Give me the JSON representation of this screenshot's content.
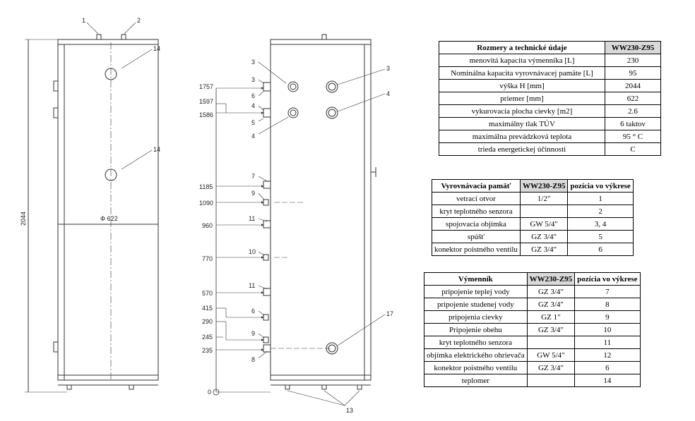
{
  "drawing": {
    "callouts": {
      "c1": "1",
      "c2": "2",
      "c14a": "14",
      "c14b": "14",
      "diameter": "Φ 622",
      "height": "2044",
      "r3a": "3",
      "r3b": "3",
      "r6a": "6",
      "r4a": "4",
      "r5": "5",
      "r4b": "4",
      "r7": "7",
      "r9a": "9",
      "r11a": "11",
      "r10": "10",
      "r11b": "11",
      "r6b": "6",
      "r9b": "9",
      "r8": "8",
      "b3": "3",
      "b4": "4",
      "b17": "17",
      "b13": "13",
      "zero": "0"
    },
    "levels": [
      "1757",
      "1597",
      "1586",
      "1185",
      "1090",
      "960",
      "770",
      "570",
      "415",
      "290",
      "245",
      "235"
    ]
  },
  "main_table": {
    "title": "Rozmery a technické údaje",
    "model": "WW230-Z95",
    "rows": [
      {
        "label": "menovitá kapacita výmenníka [L]",
        "value": "230"
      },
      {
        "label": "Nominálna kapacita vyrovnávacej pamäte [L]",
        "value": "95"
      },
      {
        "label": "výška H [mm]",
        "value": "2044"
      },
      {
        "label": "priemer [mm]",
        "value": "622"
      },
      {
        "label": "vykurovacia plocha cievky [m2]",
        "value": "2.6"
      },
      {
        "label": "maximálny tlak TÚV",
        "value": "6 taktov"
      },
      {
        "label": "maximálna prevádzková teplota",
        "value": "95 ° C"
      },
      {
        "label": "trieda energetickej účinnosti",
        "value": "C"
      }
    ]
  },
  "vyr_table": {
    "title": "Vyrovnávacia pamäť",
    "model": "WW230-Z95",
    "pos_header": "pozícia vo výkrese",
    "rows": [
      {
        "label": "vetrací otvor",
        "value": "1/2\"",
        "pos": "1"
      },
      {
        "label": "kryt teplotného senzora",
        "value": "",
        "pos": "2"
      },
      {
        "label": "spojovacia objímka",
        "value": "GW 5/4\"",
        "pos": "3, 4"
      },
      {
        "label": "spúšť",
        "value": "GZ 3/4\"",
        "pos": "5"
      },
      {
        "label": "konektor poistného ventilu",
        "value": "GZ 3/4\"",
        "pos": "6"
      }
    ]
  },
  "vym_table": {
    "title": "Výmenník",
    "model": "WW230-Z95",
    "pos_header": "pozícia vo výkrese",
    "rows": [
      {
        "label": "pripojenie teplej vody",
        "value": "GZ 3/4\"",
        "pos": "7"
      },
      {
        "label": "pripojenie studenej vody",
        "value": "GZ 3/4\"",
        "pos": "8"
      },
      {
        "label": "pripojenia cievky",
        "value": "GZ 1\"",
        "pos": "9"
      },
      {
        "label": "Pripojenie obehu",
        "value": "GZ 3/4\"",
        "pos": "10"
      },
      {
        "label": "kryt teplotného senzora",
        "value": "",
        "pos": "11"
      },
      {
        "label": "objímka elektrického ohrievača",
        "value": "GW 5/4\"",
        "pos": "12"
      },
      {
        "label": "konektor poistného ventilu",
        "value": "GZ 3/4\"",
        "pos": "6"
      },
      {
        "label": "teplomer",
        "value": "",
        "pos": "14"
      }
    ]
  }
}
